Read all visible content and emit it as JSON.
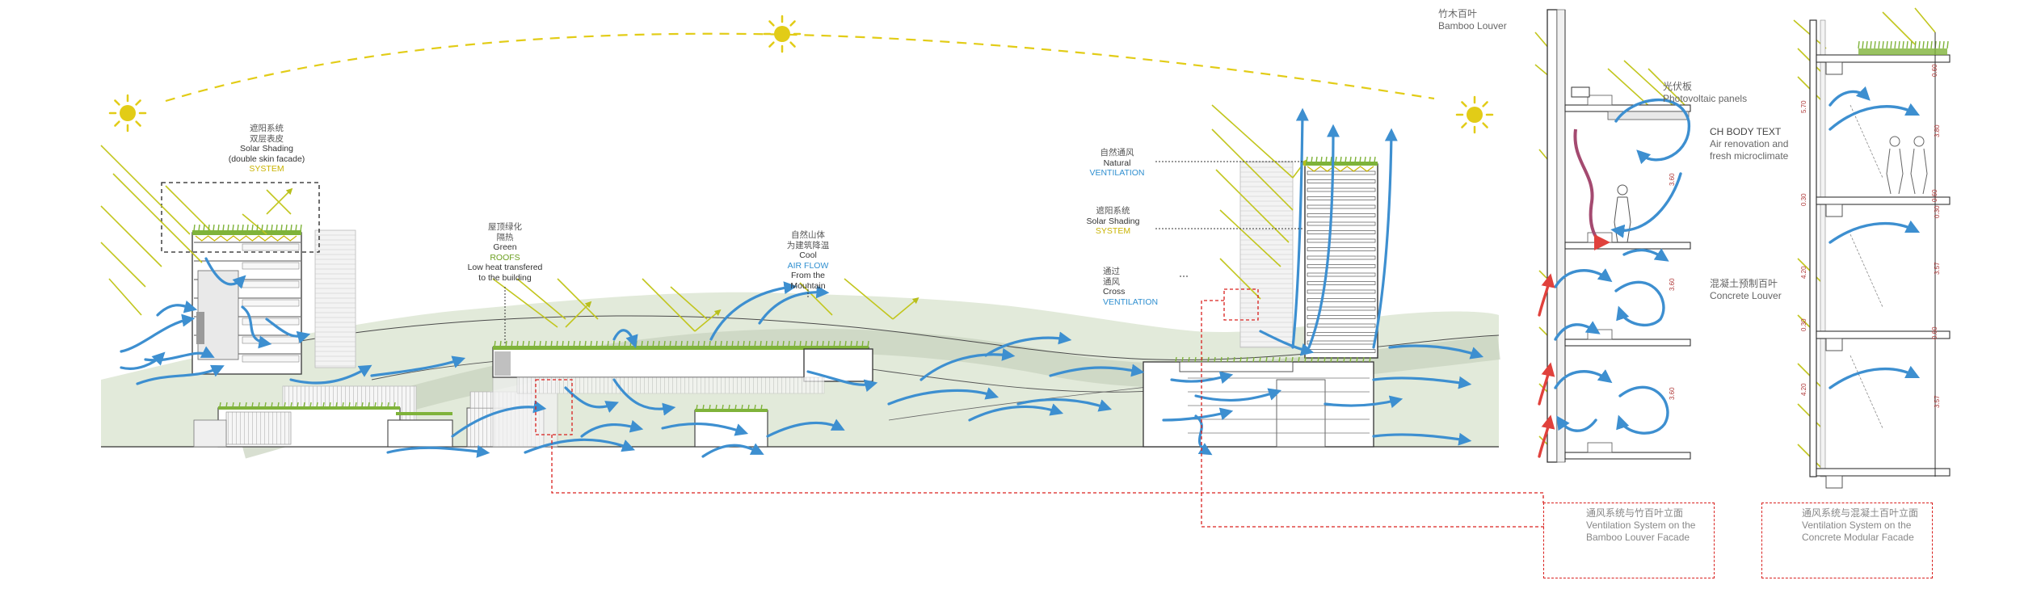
{
  "labels": {
    "shading_left": {
      "zh": "遮阳系统\n双层表皮",
      "en": "Solar Shading\n(double skin facade)",
      "tag": "SYSTEM"
    },
    "green_roofs": {
      "zh": "屋顶绿化\n隔热",
      "en1": "Green",
      "tag": "ROOFS",
      "en2": "Low heat transfered\nto the building"
    },
    "cool_airflow": {
      "zh": "自然山体\n为建筑降温",
      "en1": "Cool",
      "tag": "AIR FLOW",
      "en2": "From the\nMountain"
    },
    "natural_vent": {
      "zh": "自然通风",
      "en": "Natural",
      "tag": "VENTILATION"
    },
    "shading_right": {
      "zh": "遮阳系统",
      "en": "Solar Shading",
      "tag": "SYSTEM"
    },
    "cross_vent": {
      "zh": "通过\n通风",
      "en": "Cross",
      "tag": "VENTILATION"
    }
  },
  "detail_labels": {
    "bamboo": {
      "zh": "竹木百叶",
      "en": "Bamboo Louver"
    },
    "pv": {
      "zh": "光伏板",
      "en": "Photovoltaic panels"
    },
    "ch": {
      "title": "CH BODY TEXT",
      "text": "Air renovation and\nfresh microclimate"
    },
    "concrete": {
      "zh": "混凝土预制百叶",
      "en": "Concrete Louver"
    }
  },
  "boxes": {
    "bamboo_facade": {
      "zh": "通风系统与竹百叶立面",
      "en": "Ventilation System on the\nBamboo Louver Facade"
    },
    "concrete_facade": {
      "zh": "通风系统与混凝土百叶立面",
      "en": "Ventilation System on the\nConcrete Modular Facade"
    }
  },
  "dimensions": {
    "mid": [
      "3.60",
      "3.60",
      "3.60"
    ],
    "right": [
      "0.60",
      "3.80",
      "0.30",
      "0.30",
      "0.60",
      "4.20",
      "3.57",
      "0.30",
      "4.20",
      "0.60",
      "3.57",
      "5.70"
    ]
  },
  "colors": {
    "sun": "#e2cc17",
    "rays": "#c2c61e",
    "airflow": "#3d8fd0",
    "green_roof": "#7fb33a",
    "dashed_box": "#d9201e",
    "warm_air": "#e0413c"
  }
}
